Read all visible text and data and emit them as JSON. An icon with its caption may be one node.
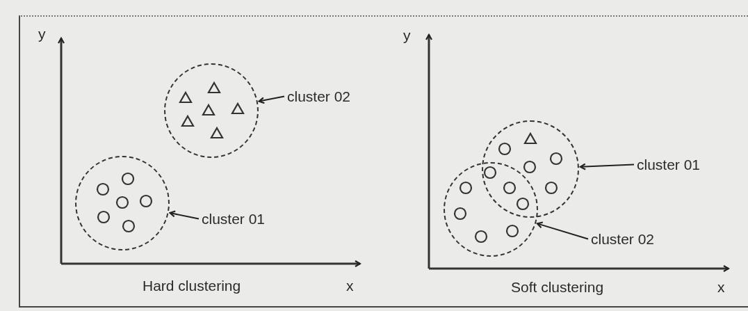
{
  "diagram": {
    "nodes": [
      {
        "text": [],
        "shape": "circle"
      },
      {
        "text": [
          "cluster 02"
        ]
      },
      {
        "text": [],
        "shape": "circle"
      },
      {
        "text": [
          "cluster 01"
        ]
      },
      {
        "text": [],
        "shape": "circle"
      },
      {
        "text": [
          "cluster 01"
        ]
      },
      {
        "text": [],
        "shape": "circle"
      },
      {
        "text": [
          "cluster 02"
        ]
      }
    ],
    "edges": [
      {
        "from": 1,
        "to": 0,
        "arrow": "to"
      },
      {
        "from": 3,
        "to": 2,
        "arrow": "to"
      },
      {
        "from": 5,
        "to": 4,
        "arrow": "to"
      },
      {
        "from": 7,
        "to": 6,
        "arrow": "to"
      }
    ],
    "labels": [
      "y",
      "y",
      "Hard clustering",
      "x",
      "Soft clustering",
      "x"
    ]
  }
}
